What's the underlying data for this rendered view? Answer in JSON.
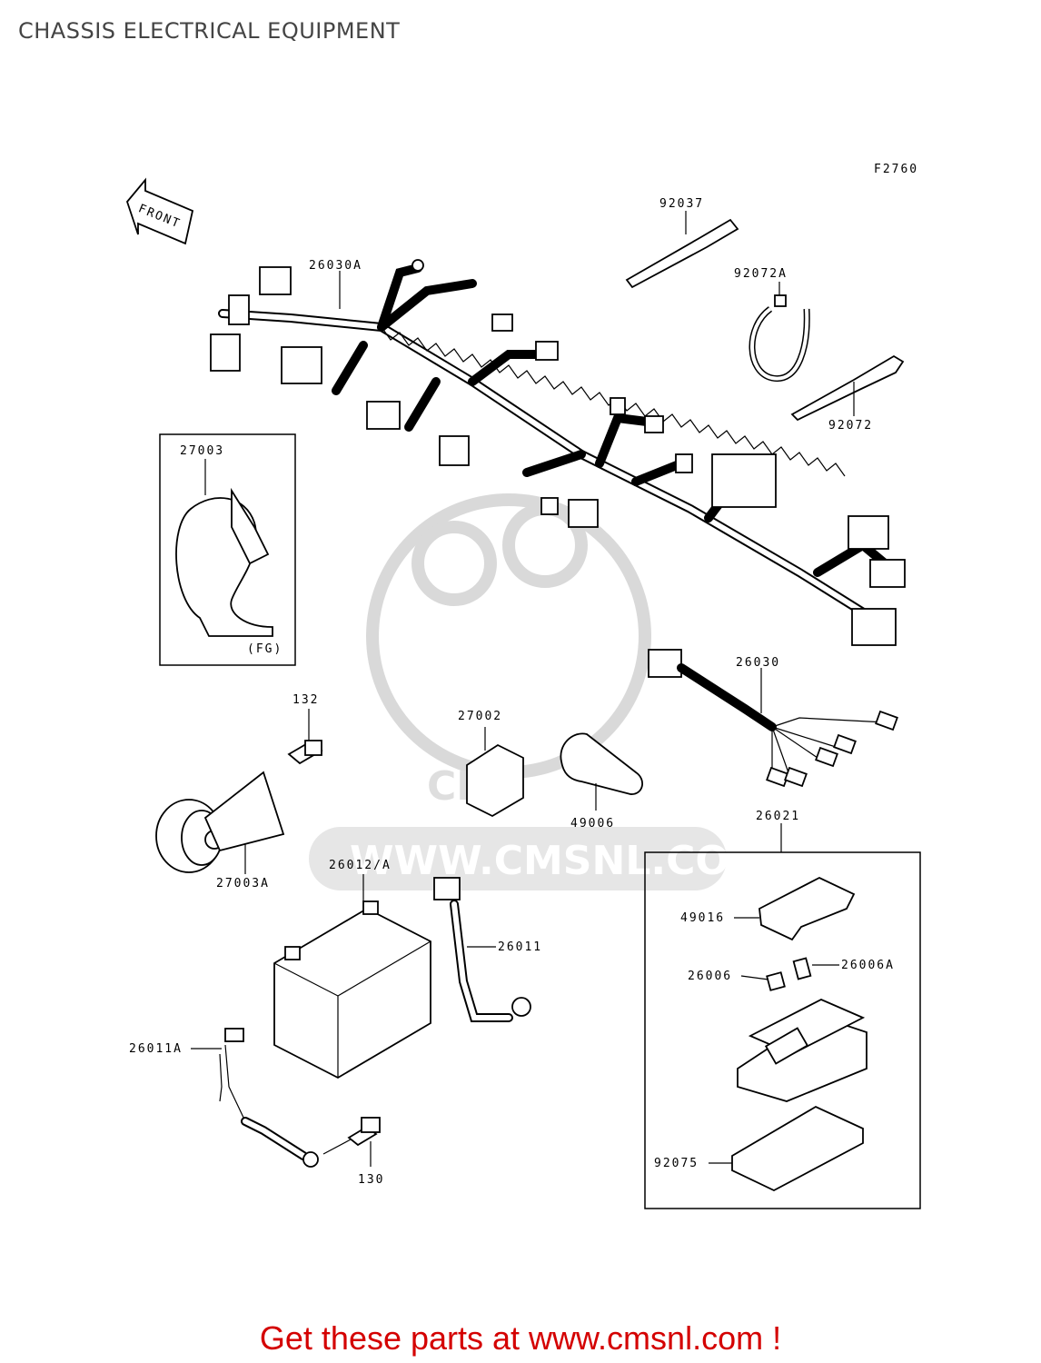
{
  "page": {
    "title": "CHASSIS ELECTRICAL EQUIPMENT"
  },
  "diagram": {
    "figure_code": "F2760",
    "front_arrow": "FRONT",
    "horn_box_note": "(FG)",
    "labels": {
      "p92037": "92037",
      "p92072A": "92072A",
      "p92072": "92072",
      "p26030A": "26030A",
      "p27003": "27003",
      "p26030": "26030",
      "p132": "132",
      "p27002": "27002",
      "p49006": "49006",
      "p27003A": "27003A",
      "p26012A": "26012/A",
      "p26011": "26011",
      "p26021": "26021",
      "p49016": "49016",
      "p26006": "26006",
      "p26006A": "26006A",
      "p26011A": "26011A",
      "p130": "130",
      "p92075": "92075"
    }
  },
  "watermark": {
    "brand": "CMS",
    "url": "WWW.CMSNL.COM"
  },
  "footer": {
    "cta": "Get these parts at www.cmsnl.com !",
    "color": "#d40000"
  }
}
